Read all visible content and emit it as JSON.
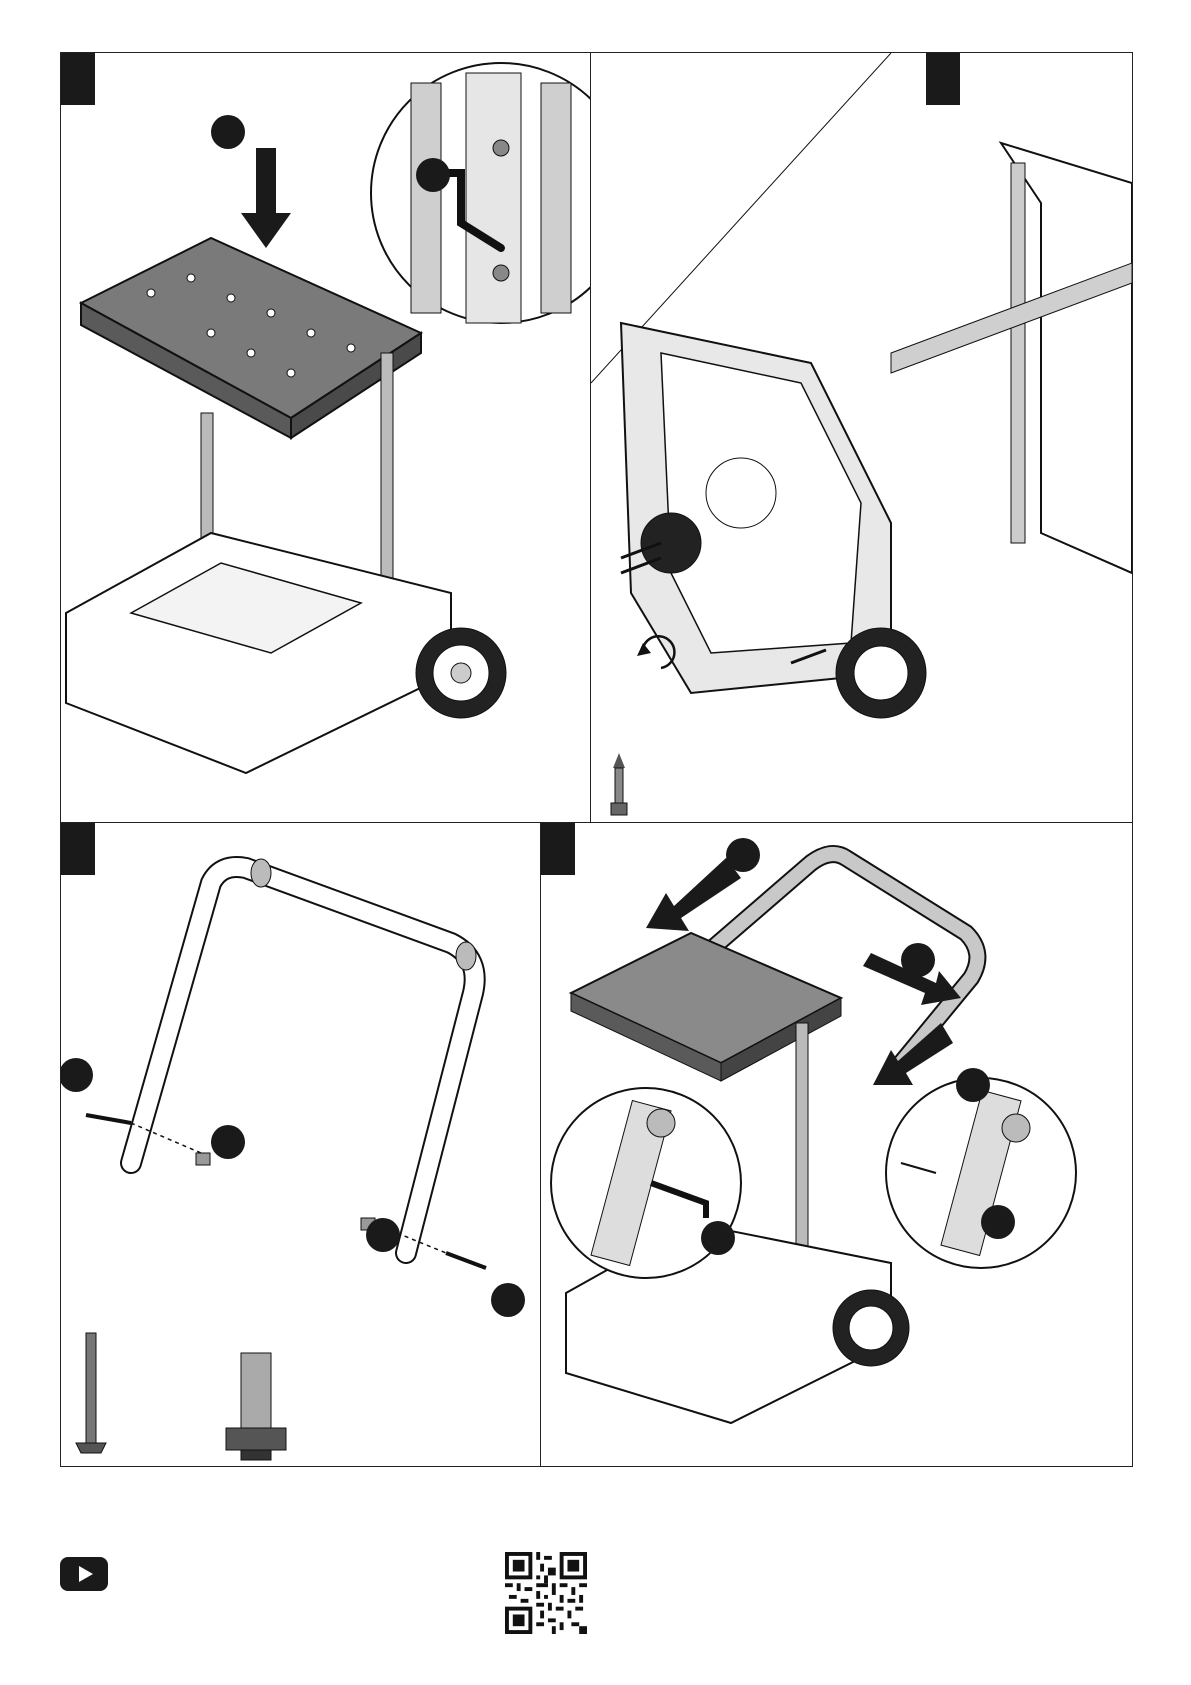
{
  "document": {
    "panels": [
      {
        "step": "",
        "content": "seat-installation"
      },
      {
        "step": "",
        "content": "base-screw-fastening"
      },
      {
        "step": "",
        "content": "handle-bolt-assembly"
      },
      {
        "step": "",
        "content": "handle-mounting"
      }
    ],
    "icons": [
      "youtube-icon",
      "qr-code-icon",
      "rotate-icon",
      "arrow-icon",
      "hex-key-icon"
    ],
    "colors": {
      "ink": "#1a1a1a",
      "panel_fill": "#ffffff",
      "part_grey": "#6f6f6f",
      "light_grey": "#cfcfcf"
    }
  }
}
